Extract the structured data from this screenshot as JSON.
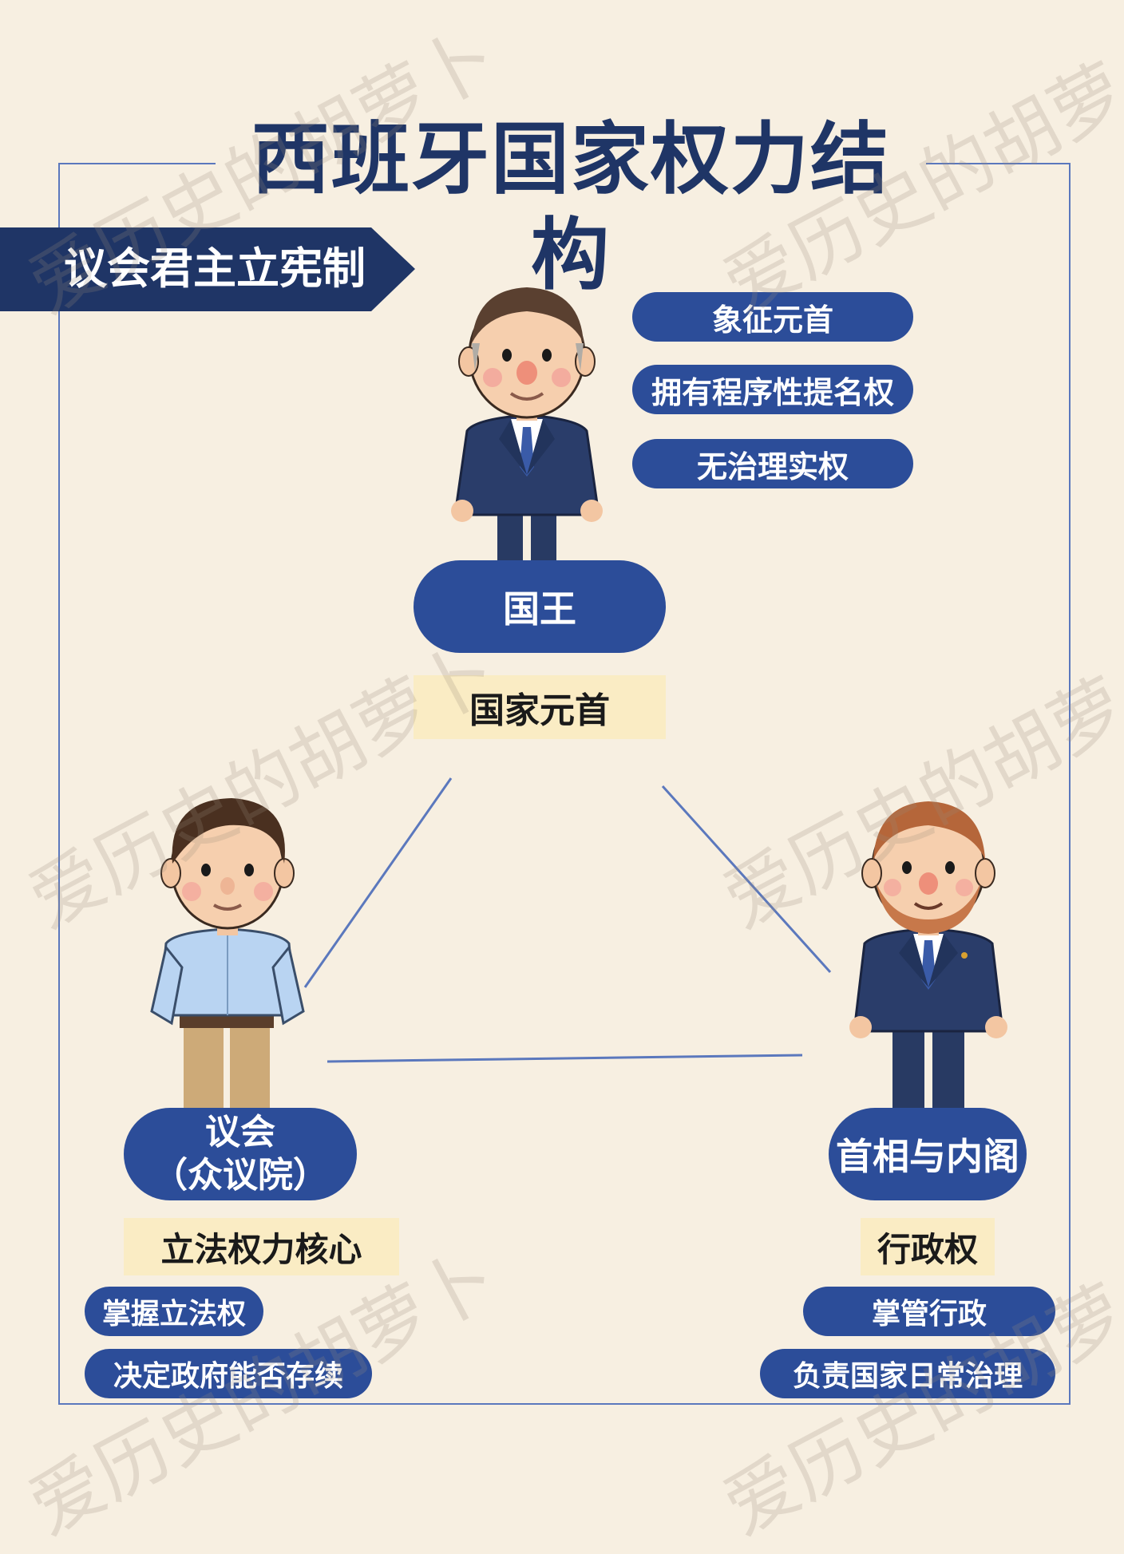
{
  "title": "西班牙国家权力结构",
  "system_label": "议会君主立宪制",
  "watermark": "爱历史的胡萝卜",
  "colors": {
    "navy": "#2c4d99",
    "dark_navy": "#1f3566",
    "tag_bg": "#faecc4",
    "bg": "#f7efe1"
  },
  "king": {
    "role": "国王",
    "tag": "国家元首",
    "features": [
      "象征元首",
      "拥有程序性提名权",
      "无治理实权"
    ]
  },
  "parliament": {
    "role_line1": "议会",
    "role_line2": "（众议院）",
    "tag": "立法权力核心",
    "features": [
      "掌握立法权",
      "决定政府能否存续"
    ]
  },
  "cabinet": {
    "role": "首相与内阁",
    "tag": "行政权",
    "features": [
      "掌管行政",
      "负责国家日常治理"
    ]
  }
}
